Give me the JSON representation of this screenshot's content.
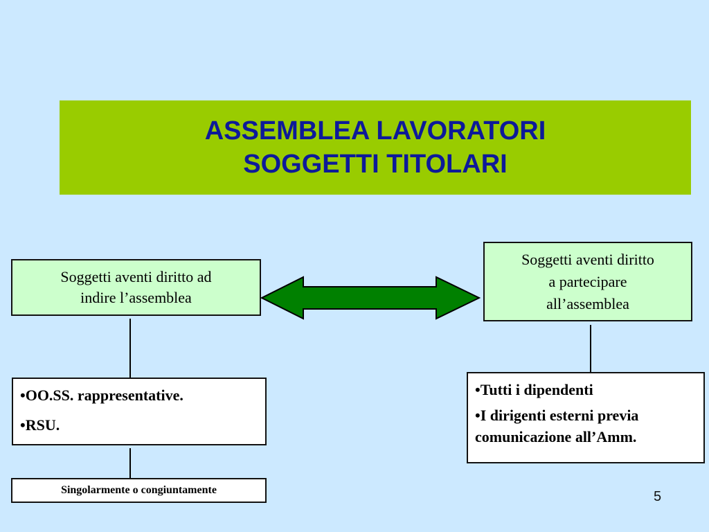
{
  "title": {
    "line1": "ASSEMBLEA LAVORATORI",
    "line2": "SOGGETTI TITOLARI"
  },
  "left_top": {
    "line1": "Soggetti aventi diritto ad",
    "line2": "indire l’assemblea"
  },
  "right_top": {
    "line1": "Soggetti aventi diritto",
    "line2": "a partecipare",
    "line3": "all’assemblea"
  },
  "left_list": {
    "items": [
      "•OO.SS. rappresentative.",
      "•RSU."
    ]
  },
  "left_bottom": {
    "text": "Singolarmente o congiuntamente"
  },
  "right_list": {
    "items": [
      "•Tutti i dipendenti",
      "•I dirigenti esterni previa comunicazione all’Amm."
    ]
  },
  "page_number": "5",
  "colors": {
    "background": "#cce9ff",
    "title_band": "#99cc00",
    "title_text": "#0d1a99",
    "node_green": "#ccffcc",
    "arrow": "#008000"
  }
}
